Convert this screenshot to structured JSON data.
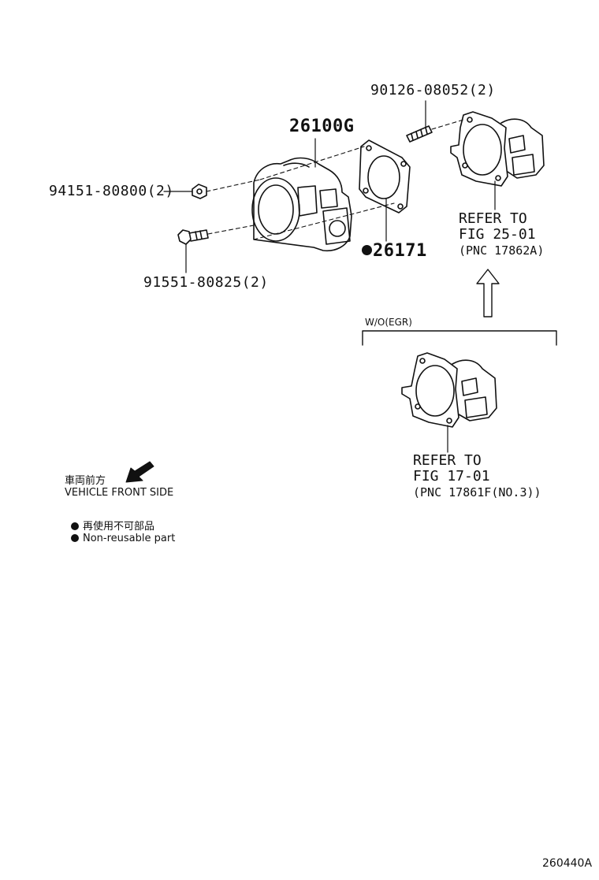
{
  "parts": {
    "throttle_body": "26100G",
    "gasket": "26171",
    "stud": "90126-08052(2)",
    "nut": "94151-80800(2)",
    "bolt": "91551-80825(2)"
  },
  "ref_upper": {
    "line1": "REFER TO",
    "line2": "FIG 25-01",
    "line3": "(PNC 17862A)"
  },
  "variant_label": "W/O(EGR)",
  "ref_lower": {
    "line1": "REFER TO",
    "line2": "FIG 17-01",
    "line3": "(PNC 17861F(NO.3))"
  },
  "legend": {
    "front_jp": "車両前方",
    "front_en": "VEHICLE FRONT SIDE",
    "nonreuse_jp": "再使用不可部品",
    "nonreuse_en": "Non-reusable part"
  },
  "figure_id": "260440A"
}
